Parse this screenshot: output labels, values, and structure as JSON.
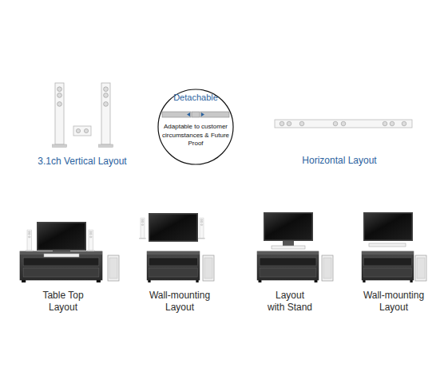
{
  "diagram": {
    "nodes": [
      {
        "text": [
          "Detachable",
          "Adaptable to customer circumstances & Future Proof"
        ]
      }
    ],
    "labels": [
      "3.1ch Vertical Layout",
      "Horizontal Layout",
      "Table Top Layout",
      "Wall-mounting Layout",
      "Layout with Stand",
      "Wall-mounting Layout"
    ]
  }
}
